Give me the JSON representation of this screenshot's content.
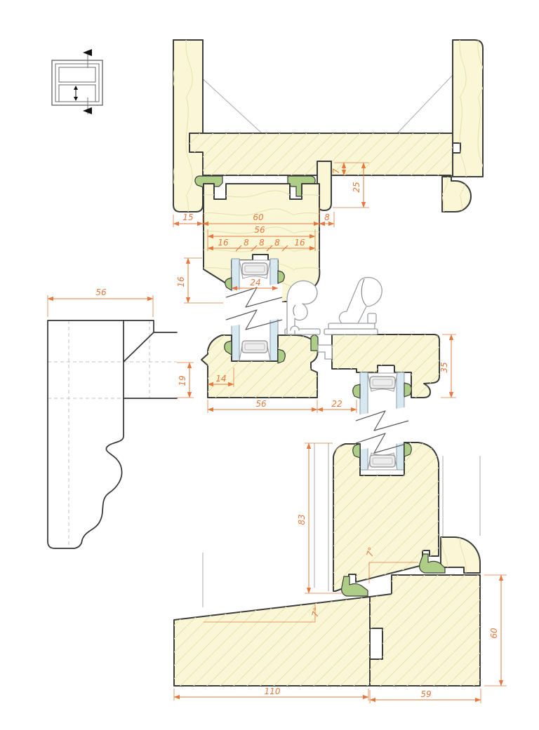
{
  "title": "Sliding sash window vertical cross-section detail drawing",
  "colors": {
    "wood": "#FAF7D6",
    "outline": "#3C3C3C",
    "glass": "#D8E8F1",
    "seal_green": "#AECE87",
    "dimension_orange": "#E4783F",
    "construction_gray": "#ABABAB"
  },
  "icons": {
    "section_indicator": "window-elevation-with-section-cut-arrows"
  },
  "dimensions": {
    "head_groove": "7",
    "head_bead": "25",
    "outer_lining": "15",
    "top_rail_overall": "60",
    "bead_offset": "8",
    "top_rail": "56",
    "glz_left": "16",
    "glz_p1": "8",
    "glz_gap": "8",
    "glz_p2": "8",
    "glz_right": "16",
    "rebate_h": "16",
    "unit": "24",
    "profile_w": "56",
    "profile_h": "19",
    "meet_left": "14",
    "meet_w": "56",
    "meet_lap": "22",
    "staff_h": "35",
    "bottom_rail_h": "83",
    "slope_a": "7°",
    "slope_b": "7°",
    "cill_h": "60",
    "sill_w": "110",
    "cill_w": "59"
  }
}
